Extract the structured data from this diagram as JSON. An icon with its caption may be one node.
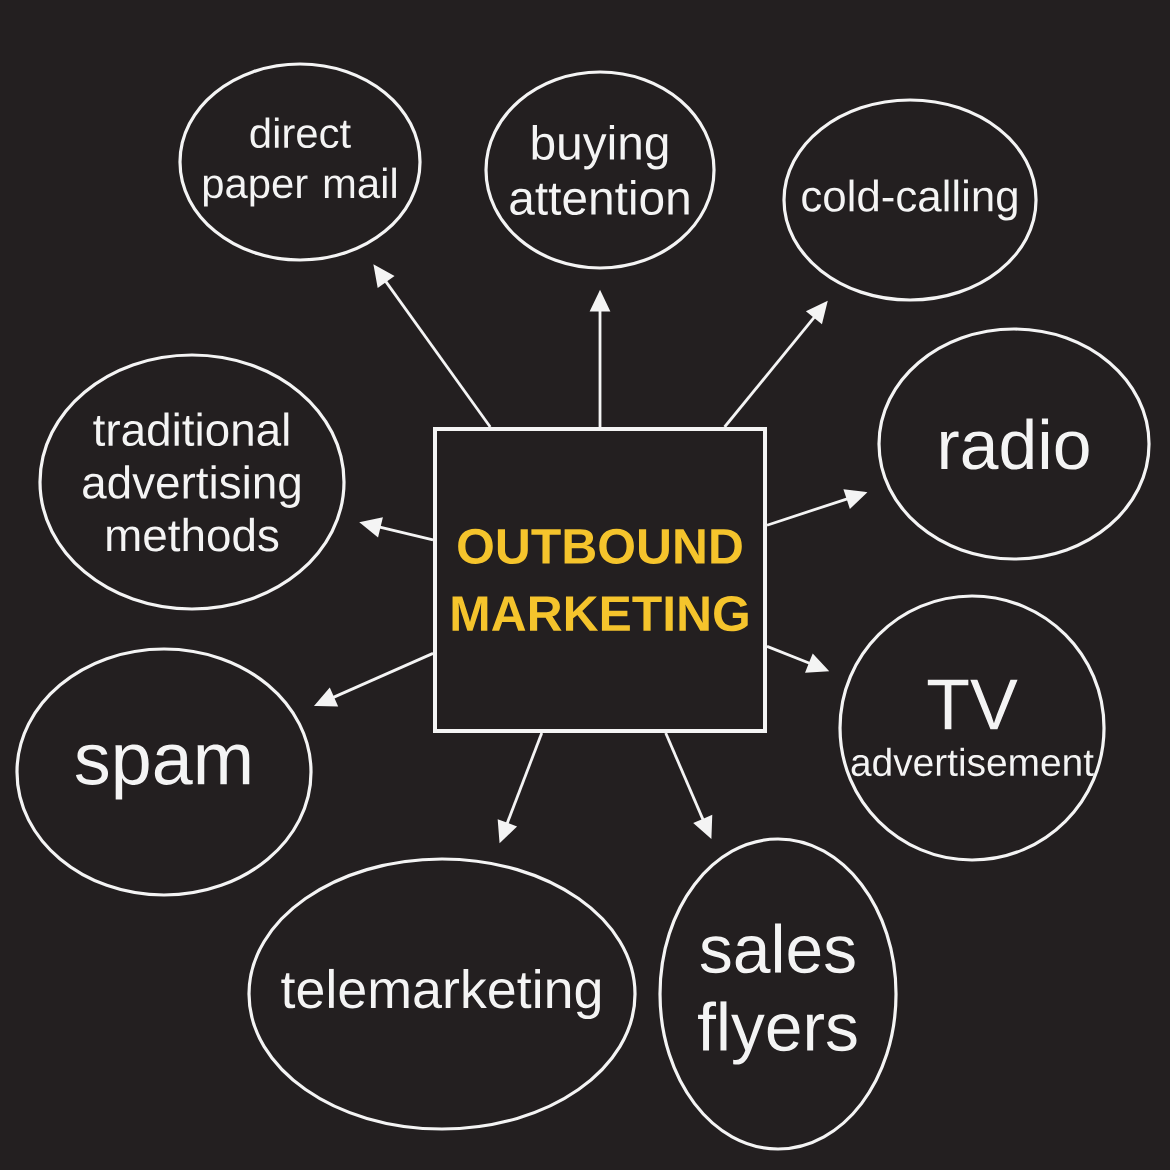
{
  "diagram": {
    "nodes": [
      {
        "text": [
          "OUTBOUND MARKETING"
        ]
      },
      {
        "text": [
          "direct paper mail"
        ]
      },
      {
        "text": [
          "buying attention"
        ]
      },
      {
        "text": [
          "cold-calling"
        ]
      },
      {
        "text": [
          "traditional advertising methods"
        ]
      },
      {
        "text": [
          "radio"
        ]
      },
      {
        "text": [
          "spam"
        ]
      },
      {
        "text": [
          "TV",
          "advertisement"
        ]
      },
      {
        "text": [
          "telemarketing"
        ]
      },
      {
        "text": [
          "sales flyers"
        ]
      }
    ],
    "edges": [
      {
        "from": 0,
        "to": 1,
        "arrow": "to"
      },
      {
        "from": 0,
        "to": 2,
        "arrow": "to"
      },
      {
        "from": 0,
        "to": 3,
        "arrow": "to"
      },
      {
        "from": 0,
        "to": 4,
        "arrow": "to"
      },
      {
        "from": 0,
        "to": 5,
        "arrow": "to"
      },
      {
        "from": 0,
        "to": 6,
        "arrow": "to"
      },
      {
        "from": 0,
        "to": 7,
        "arrow": "to"
      },
      {
        "from": 0,
        "to": 8,
        "arrow": "to"
      },
      {
        "from": 0,
        "to": 9,
        "arrow": "to"
      }
    ]
  }
}
